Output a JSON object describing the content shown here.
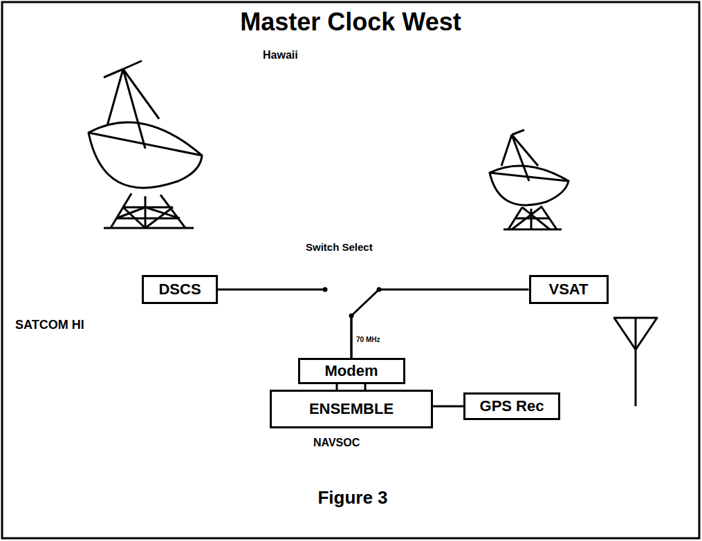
{
  "diagram": {
    "title": "Master Clock West",
    "caption": "Figure 3",
    "nodes": [
      {
        "text": [
          "DSCS"
        ]
      },
      {
        "text": [
          "VSAT"
        ]
      },
      {
        "text": [
          "Modem"
        ]
      },
      {
        "text": [
          "ENSEMBLE"
        ]
      },
      {
        "text": [
          "GPS Rec"
        ]
      }
    ],
    "edges": [
      {
        "from": 0,
        "to": 2,
        "arrow": "none"
      },
      {
        "from": 1,
        "to": 2,
        "arrow": "none"
      },
      {
        "from": 2,
        "to": 3,
        "arrow": "none"
      },
      {
        "from": 2,
        "to": 3,
        "arrow": "none"
      },
      {
        "from": 3,
        "to": 4,
        "arrow": "none"
      }
    ],
    "labels": [
      "Hawaii",
      "Switch Select",
      "70 MHz",
      "SATCOM HI",
      "NAVSOC"
    ]
  }
}
